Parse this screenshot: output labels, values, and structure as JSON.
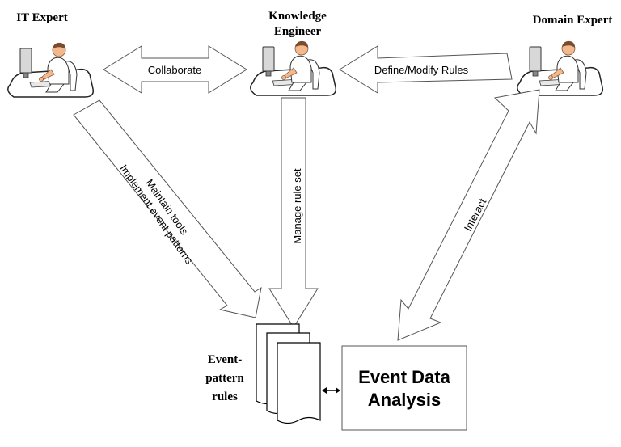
{
  "roles": {
    "it_expert": "IT Expert",
    "knowledge_engineer_line1": "Knowledge",
    "knowledge_engineer_line2": "Engineer",
    "domain_expert": "Domain Expert"
  },
  "arrows": {
    "collaborate": "Collaborate",
    "define_modify_rules": "Define/Modify Rules",
    "maintain_tools": "Maintain tools",
    "implement_event_patterns": "Implement event patterns",
    "manage_rule_set": "Manage rule set",
    "interact": "Interact"
  },
  "rules_label": {
    "line1": "Event-",
    "line2": "pattern",
    "line3": "rules"
  },
  "analysis_box": {
    "line1": "Event Data",
    "line2": "Analysis"
  },
  "icons": [
    "person-at-computer-icon",
    "document-stack-icon",
    "bidirectional-arrow-icon"
  ]
}
